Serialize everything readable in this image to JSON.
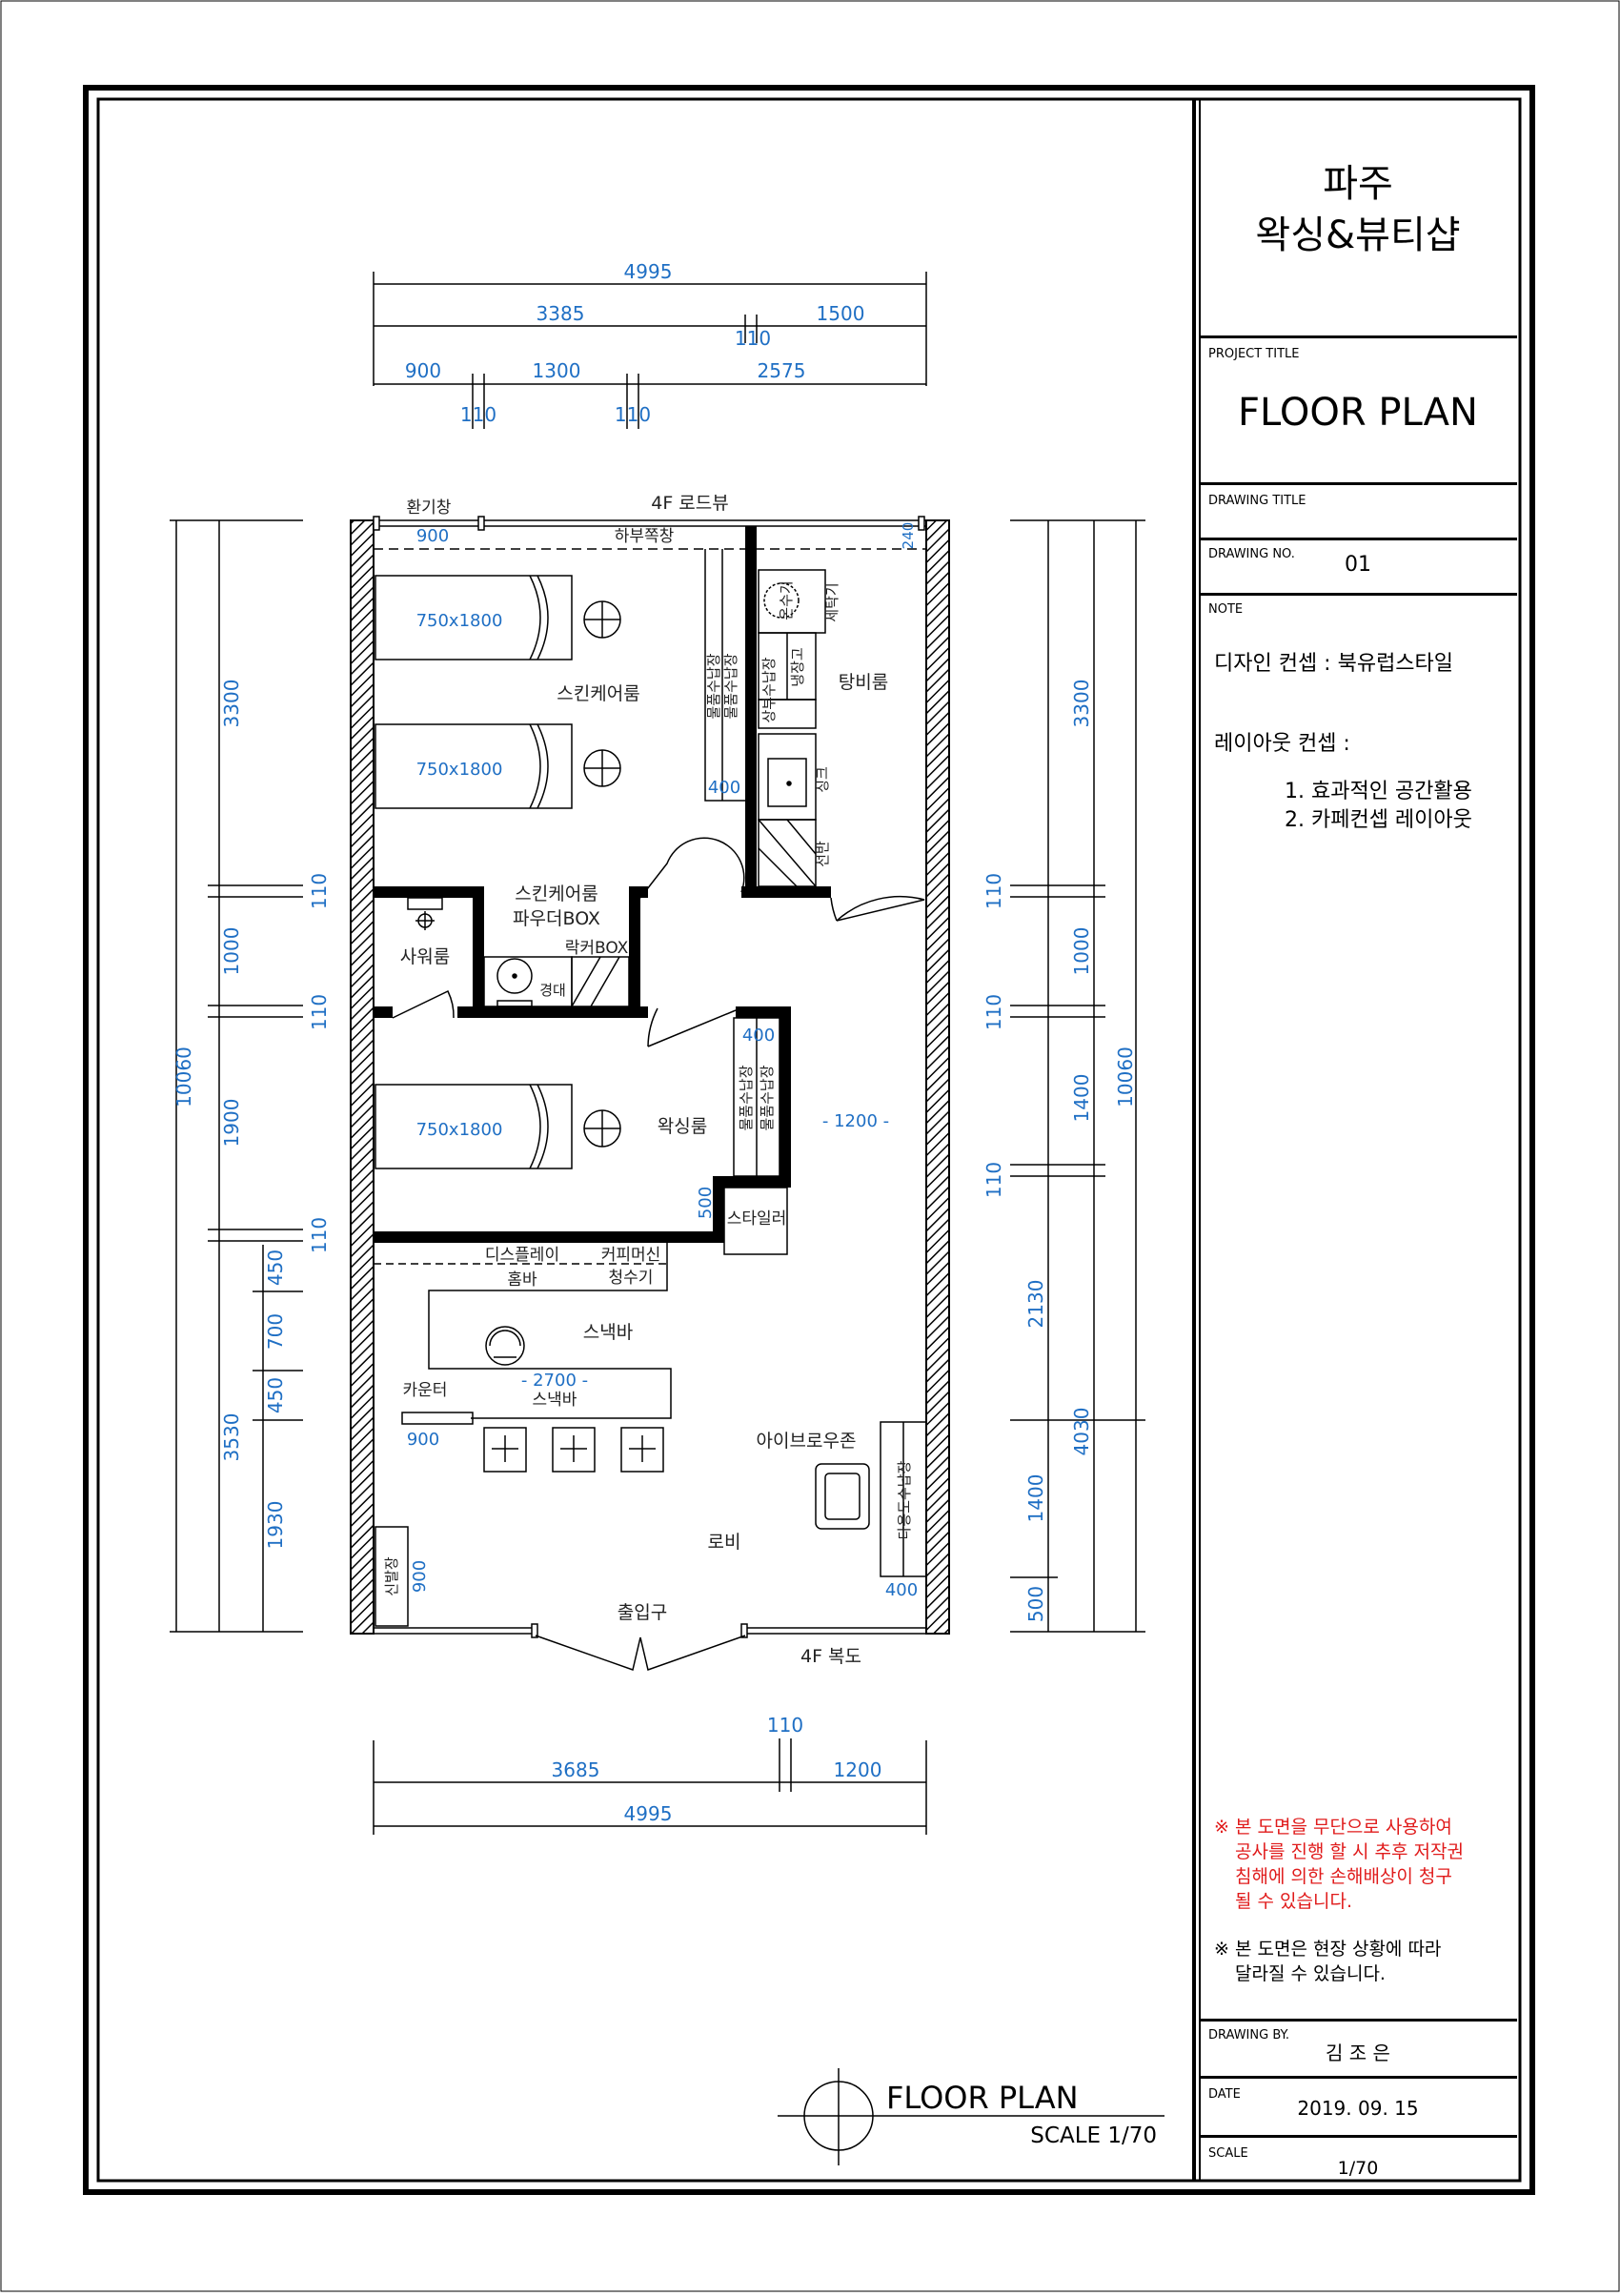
{
  "title_block": {
    "project_name_line1": "파주",
    "project_name_line2": "왁싱&뷰티샵",
    "project_title_label": "PROJECT TITLE",
    "project_title": "FLOOR PLAN",
    "drawing_title_label": "DRAWING TITLE",
    "drawing_no_label": "DRAWING NO.",
    "drawing_no": "01",
    "note_label": "NOTE",
    "note_design_concept": "디자인 컨셉 : 북유럽스타일",
    "note_layout_concept": "레이아웃 컨셉 :",
    "note_layout_item1": "1. 효과적인 공간활용",
    "note_layout_item2": "2. 카페컨셉 레이아웃",
    "warning_line1": "※ 본 도면을 무단으로 사용하여",
    "warning_line2": "공사를 진행 할 시 추후 저작권",
    "warning_line3": "침해에 의한 손해배상이 청구",
    "warning_line4": "될 수 있습니다.",
    "notice_line1": "※ 본 도면은 현장 상황에 따라",
    "notice_line2": "달라질 수 있습니다.",
    "drawing_by_label": "DRAWING BY.",
    "drawing_by": "김 조 은",
    "date_label": "DATE",
    "date": "2019. 09. 15",
    "scale_label": "SCALE",
    "scale": "1/70"
  },
  "plan_title": {
    "title": "FLOOR PLAN",
    "scale": "SCALE 1/70"
  },
  "dims": {
    "top_total": "4995",
    "top_3385": "3385",
    "top_1500": "1500",
    "top_110a": "110",
    "top_900": "900",
    "top_1300": "1300",
    "top_2575": "2575",
    "top_110b": "110",
    "top_110c": "110",
    "bottom_110": "110",
    "bottom_3685": "3685",
    "bottom_1200": "1200",
    "bottom_total": "4995",
    "left_total": "10060",
    "left_3300": "3300",
    "left_1000": "1000",
    "left_1900": "1900",
    "left_3530": "3530",
    "left_110a": "110",
    "left_110b": "110",
    "left_110c": "110",
    "left_450a": "450",
    "left_700": "700",
    "left_450b": "450",
    "left_1930": "1930",
    "right_total": "10060",
    "right_3300": "3300",
    "right_1000": "1000",
    "right_1400": "1400",
    "right_2130": "2130",
    "right_4030": "4030",
    "right_1400b": "1400",
    "right_500": "500",
    "right_110a": "110",
    "right_110b": "110",
    "right_110c": "110"
  },
  "plan_labels": {
    "vent_window": "환기창",
    "road_view": "4F 로드뷰",
    "window_dim_900": "900",
    "lower_window": "하부쪽창",
    "dim_240": "240",
    "bed1": "750x1800",
    "bed2": "750x1800",
    "bed3": "750x1800",
    "skincare_room": "스킨케어룸",
    "storage1": "물품수납장",
    "storage1b": "물품수납장",
    "dim_400a": "400",
    "water_heater": "온수기",
    "washer": "세탁기",
    "upper_storage": "상부수납장",
    "fridge": "냉장고",
    "pantry": "탕비룸",
    "sink": "싱크",
    "shelf": "선반",
    "powder_room1": "스킨케어룸",
    "powder_room2": "파우더BOX",
    "shower_room": "사워룸",
    "locker_box": "락커BOX",
    "mirror": "경대",
    "dim_400b": "400",
    "storage2": "물품수납장",
    "storage2b": "물품수납장",
    "waxing_room": "왁싱룸",
    "dim_1200": "- 1200 -",
    "dim_500": "500",
    "styler": "스타일러",
    "display": "디스플레이",
    "coffee_machine": "커피머신",
    "home_bar": "홈바",
    "water_purifier": "청수기",
    "snack_bar": "스낵바",
    "counter": "카운터",
    "dim_2700": "- 2700 -",
    "snack_bar2": "스낵바",
    "dim_900_counter": "900",
    "eyebrow_zone": "아이브로우존",
    "multi_storage": "다용도수납장",
    "lobby": "로비",
    "shoe_cabinet": "신발장",
    "dim_900_shoe": "900",
    "dim_400c": "400",
    "entrance": "출입구",
    "corridor": "4F 복도"
  },
  "colors": {
    "dimension_blue": "#1f6fc4",
    "warning_red": "#e01b1b",
    "line_black": "#000000"
  }
}
